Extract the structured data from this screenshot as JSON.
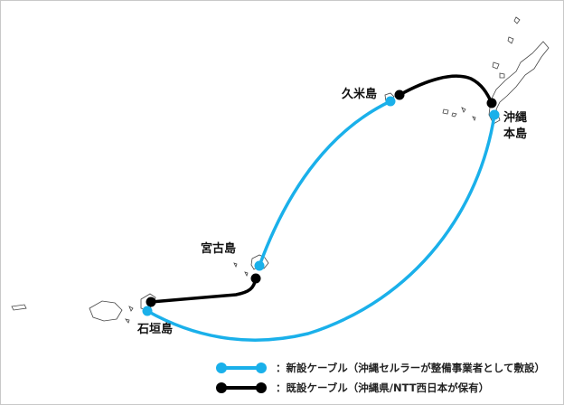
{
  "labels": {
    "kumejima": "久米島",
    "okinawa_line1": "沖縄",
    "okinawa_line2": "本島",
    "miyakojima": "宮古島",
    "ishigakijima": "石垣島"
  },
  "legend": [
    {
      "label": "：新設ケーブル（沖縄セルラーが整備事業者として敷設）",
      "color": "#1ab0ea"
    },
    {
      "label": "：既設ケーブル（沖縄県/NTT西日本が保有）",
      "color": "#000000"
    }
  ],
  "colors": {
    "new_cable": "#1ab0ea",
    "existing_cable": "#000000"
  }
}
